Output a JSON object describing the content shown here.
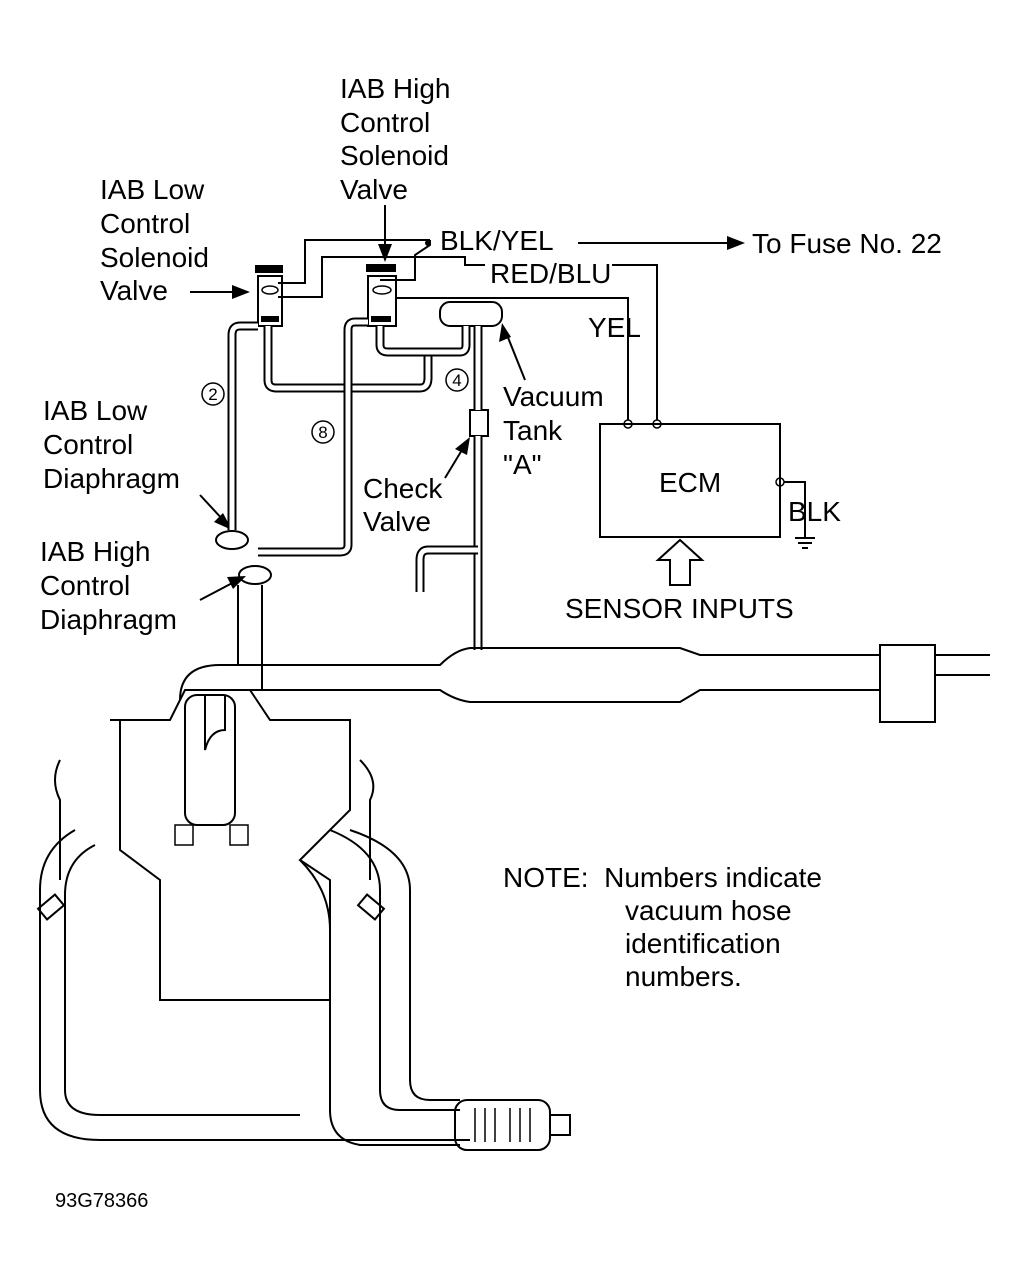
{
  "labels": {
    "iab_high_solenoid": [
      "IAB High",
      "Control",
      "Solenoid",
      "Valve"
    ],
    "iab_low_solenoid": [
      "IAB Low",
      "Control",
      "Solenoid",
      "Valve"
    ],
    "iab_low_diaphragm": [
      "IAB Low",
      "Control",
      "Diaphragm"
    ],
    "iab_high_diaphragm": [
      "IAB High",
      "Control",
      "Diaphragm"
    ],
    "vacuum_tank": [
      "Vacuum",
      "Tank",
      "\"A\""
    ],
    "check_valve": [
      "Check",
      "Valve"
    ],
    "ecm": "ECM",
    "sensor_inputs": "SENSOR INPUTS",
    "figure_id": "93G78366"
  },
  "wires": {
    "blk_yel": "BLK/YEL",
    "to_fuse": "To Fuse No. 22",
    "red_blu": "RED/BLU",
    "yel": "YEL",
    "blk": "BLK"
  },
  "hose_numbers": [
    "2",
    "8",
    "4"
  ],
  "note": [
    "NOTE:  Numbers indicate",
    "vacuum hose",
    "identification",
    "numbers."
  ]
}
